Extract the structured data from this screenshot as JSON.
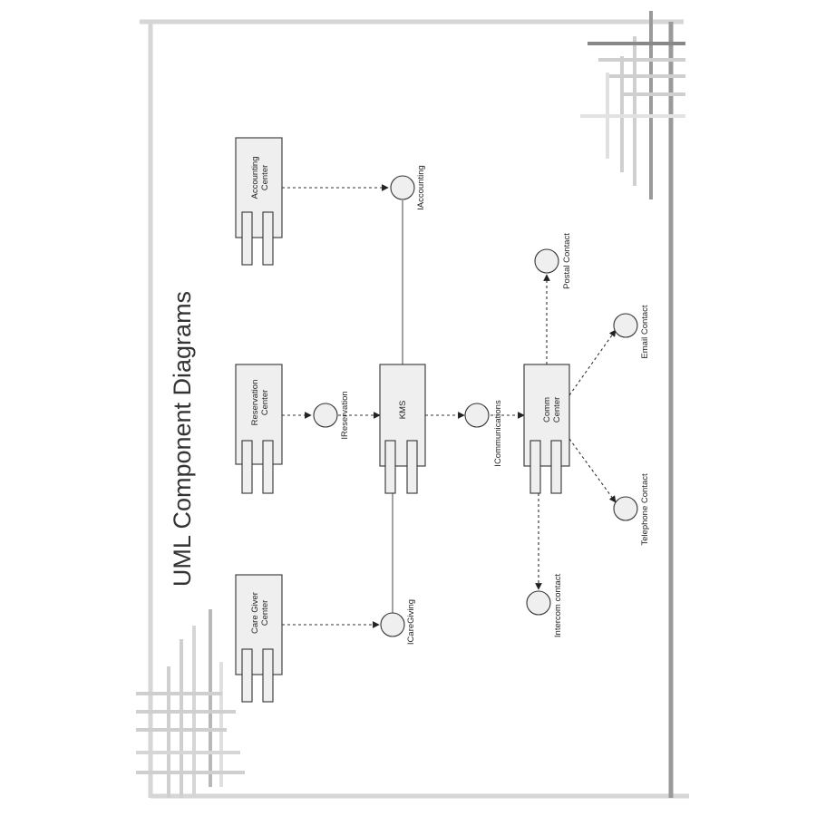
{
  "title": "UML Component Diagrams",
  "components": {
    "accounting": "Accounting Center",
    "reservation": "Reservation Center",
    "care_giver": "Care Giver Center",
    "kms": "KMS",
    "comm": "Comm Center"
  },
  "interfaces": {
    "iaccounting": "IAccounting",
    "ireservation": "IReservation",
    "icaregiving": "ICareGiving",
    "icommunications": "ICommunications",
    "postal": "Postal Contact",
    "email": "Email Contact",
    "telephone": "Telephone Contact",
    "intercom": "Intercom contact"
  },
  "colors": {
    "frame": "#d0d0d0",
    "frame_dark": "#9a9a9a",
    "component_fill": "#efefef",
    "line": "#333333"
  }
}
